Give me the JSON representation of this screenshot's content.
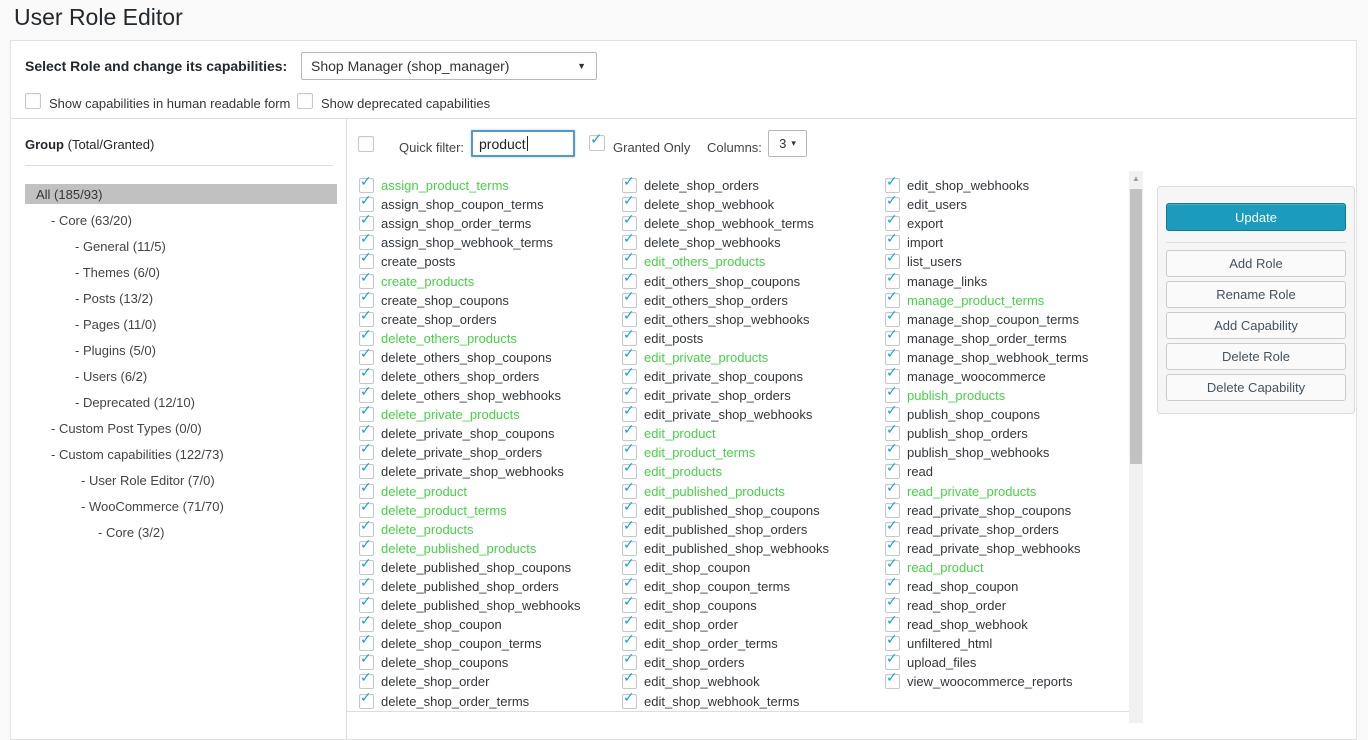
{
  "page": {
    "title": "User Role Editor"
  },
  "icons": {
    "dropdown_arrow": "▼",
    "small_dropdown_arrow": "▾",
    "checkmark": "✓",
    "scroll_up_arrow": "▲"
  },
  "colors": {
    "accent_button": "#1b9cbe",
    "highlight_green": "#44d344",
    "check_blue": "#1aa0d2",
    "selected_group_bg": "#c1c1c1"
  },
  "role_selector": {
    "label": "Select Role and change its capabilities:",
    "selected_role": "Shop Manager (shop_manager)"
  },
  "options": {
    "human_readable": {
      "label": "Show capabilities in human readable form",
      "checked": false
    },
    "deprecated": {
      "label": "Show deprecated capabilities",
      "checked": false
    }
  },
  "groups": {
    "header": "Group",
    "header_suffix": " (Total/Granted)",
    "items": [
      {
        "label": "All (185/93)",
        "level": 0,
        "selected": true
      },
      {
        "label": "- Core (63/20)",
        "level": 1,
        "selected": false
      },
      {
        "label": "- General (11/5)",
        "level": 2,
        "selected": false
      },
      {
        "label": "- Themes (6/0)",
        "level": 2,
        "selected": false
      },
      {
        "label": "- Posts (13/2)",
        "level": 2,
        "selected": false
      },
      {
        "label": "- Pages (11/0)",
        "level": 2,
        "selected": false
      },
      {
        "label": "- Plugins (5/0)",
        "level": 2,
        "selected": false
      },
      {
        "label": "- Users (6/2)",
        "level": 2,
        "selected": false
      },
      {
        "label": "- Deprecated (12/10)",
        "level": 2,
        "selected": false
      },
      {
        "label": "- Custom Post Types (0/0)",
        "level": 1,
        "selected": false
      },
      {
        "label": "- Custom capabilities (122/73)",
        "level": 1,
        "selected": false
      },
      {
        "label": "- User Role Editor (7/0)",
        "level": 3,
        "selected": false
      },
      {
        "label": "- WooCommerce (71/70)",
        "level": 3,
        "selected": false
      },
      {
        "label": "- Core (3/2)",
        "level": 4,
        "selected": false
      }
    ]
  },
  "filter_bar": {
    "select_all_checked": false,
    "quick_filter_label": "Quick filter:",
    "quick_filter_value": "product",
    "granted_only_label": "Granted Only",
    "granted_only_checked": true,
    "columns_label": "Columns:",
    "columns_value": "3"
  },
  "capabilities": {
    "columns": [
      {
        "items": [
          {
            "name": "assign_product_terms",
            "checked": true,
            "highlighted": true
          },
          {
            "name": "assign_shop_coupon_terms",
            "checked": true,
            "highlighted": false
          },
          {
            "name": "assign_shop_order_terms",
            "checked": true,
            "highlighted": false
          },
          {
            "name": "assign_shop_webhook_terms",
            "checked": true,
            "highlighted": false
          },
          {
            "name": "create_posts",
            "checked": true,
            "highlighted": false
          },
          {
            "name": "create_products",
            "checked": true,
            "highlighted": true
          },
          {
            "name": "create_shop_coupons",
            "checked": true,
            "highlighted": false
          },
          {
            "name": "create_shop_orders",
            "checked": true,
            "highlighted": false
          },
          {
            "name": "delete_others_products",
            "checked": true,
            "highlighted": true
          },
          {
            "name": "delete_others_shop_coupons",
            "checked": true,
            "highlighted": false
          },
          {
            "name": "delete_others_shop_orders",
            "checked": true,
            "highlighted": false
          },
          {
            "name": "delete_others_shop_webhooks",
            "checked": true,
            "highlighted": false
          },
          {
            "name": "delete_private_products",
            "checked": true,
            "highlighted": true
          },
          {
            "name": "delete_private_shop_coupons",
            "checked": true,
            "highlighted": false
          },
          {
            "name": "delete_private_shop_orders",
            "checked": true,
            "highlighted": false
          },
          {
            "name": "delete_private_shop_webhooks",
            "checked": true,
            "highlighted": false
          },
          {
            "name": "delete_product",
            "checked": true,
            "highlighted": true
          },
          {
            "name": "delete_product_terms",
            "checked": true,
            "highlighted": true
          },
          {
            "name": "delete_products",
            "checked": true,
            "highlighted": true
          },
          {
            "name": "delete_published_products",
            "checked": true,
            "highlighted": true
          },
          {
            "name": "delete_published_shop_coupons",
            "checked": true,
            "highlighted": false
          },
          {
            "name": "delete_published_shop_orders",
            "checked": true,
            "highlighted": false
          },
          {
            "name": "delete_published_shop_webhooks",
            "checked": true,
            "highlighted": false
          },
          {
            "name": "delete_shop_coupon",
            "checked": true,
            "highlighted": false
          },
          {
            "name": "delete_shop_coupon_terms",
            "checked": true,
            "highlighted": false
          },
          {
            "name": "delete_shop_coupons",
            "checked": true,
            "highlighted": false
          },
          {
            "name": "delete_shop_order",
            "checked": true,
            "highlighted": false
          },
          {
            "name": "delete_shop_order_terms",
            "checked": true,
            "highlighted": false
          }
        ]
      },
      {
        "items": [
          {
            "name": "delete_shop_orders",
            "checked": true,
            "highlighted": false
          },
          {
            "name": "delete_shop_webhook",
            "checked": true,
            "highlighted": false
          },
          {
            "name": "delete_shop_webhook_terms",
            "checked": true,
            "highlighted": false
          },
          {
            "name": "delete_shop_webhooks",
            "checked": true,
            "highlighted": false
          },
          {
            "name": "edit_others_products",
            "checked": true,
            "highlighted": true
          },
          {
            "name": "edit_others_shop_coupons",
            "checked": true,
            "highlighted": false
          },
          {
            "name": "edit_others_shop_orders",
            "checked": true,
            "highlighted": false
          },
          {
            "name": "edit_others_shop_webhooks",
            "checked": true,
            "highlighted": false
          },
          {
            "name": "edit_posts",
            "checked": true,
            "highlighted": false
          },
          {
            "name": "edit_private_products",
            "checked": true,
            "highlighted": true
          },
          {
            "name": "edit_private_shop_coupons",
            "checked": true,
            "highlighted": false
          },
          {
            "name": "edit_private_shop_orders",
            "checked": true,
            "highlighted": false
          },
          {
            "name": "edit_private_shop_webhooks",
            "checked": true,
            "highlighted": false
          },
          {
            "name": "edit_product",
            "checked": true,
            "highlighted": true
          },
          {
            "name": "edit_product_terms",
            "checked": true,
            "highlighted": true
          },
          {
            "name": "edit_products",
            "checked": true,
            "highlighted": true
          },
          {
            "name": "edit_published_products",
            "checked": true,
            "highlighted": true
          },
          {
            "name": "edit_published_shop_coupons",
            "checked": true,
            "highlighted": false
          },
          {
            "name": "edit_published_shop_orders",
            "checked": true,
            "highlighted": false
          },
          {
            "name": "edit_published_shop_webhooks",
            "checked": true,
            "highlighted": false
          },
          {
            "name": "edit_shop_coupon",
            "checked": true,
            "highlighted": false
          },
          {
            "name": "edit_shop_coupon_terms",
            "checked": true,
            "highlighted": false
          },
          {
            "name": "edit_shop_coupons",
            "checked": true,
            "highlighted": false
          },
          {
            "name": "edit_shop_order",
            "checked": true,
            "highlighted": false
          },
          {
            "name": "edit_shop_order_terms",
            "checked": true,
            "highlighted": false
          },
          {
            "name": "edit_shop_orders",
            "checked": true,
            "highlighted": false
          },
          {
            "name": "edit_shop_webhook",
            "checked": true,
            "highlighted": false
          },
          {
            "name": "edit_shop_webhook_terms",
            "checked": true,
            "highlighted": false
          }
        ]
      },
      {
        "items": [
          {
            "name": "edit_shop_webhooks",
            "checked": true,
            "highlighted": false
          },
          {
            "name": "edit_users",
            "checked": true,
            "highlighted": false
          },
          {
            "name": "export",
            "checked": true,
            "highlighted": false
          },
          {
            "name": "import",
            "checked": true,
            "highlighted": false
          },
          {
            "name": "list_users",
            "checked": true,
            "highlighted": false
          },
          {
            "name": "manage_links",
            "checked": true,
            "highlighted": false
          },
          {
            "name": "manage_product_terms",
            "checked": true,
            "highlighted": true
          },
          {
            "name": "manage_shop_coupon_terms",
            "checked": true,
            "highlighted": false
          },
          {
            "name": "manage_shop_order_terms",
            "checked": true,
            "highlighted": false
          },
          {
            "name": "manage_shop_webhook_terms",
            "checked": true,
            "highlighted": false
          },
          {
            "name": "manage_woocommerce",
            "checked": true,
            "highlighted": false
          },
          {
            "name": "publish_products",
            "checked": true,
            "highlighted": true
          },
          {
            "name": "publish_shop_coupons",
            "checked": true,
            "highlighted": false
          },
          {
            "name": "publish_shop_orders",
            "checked": true,
            "highlighted": false
          },
          {
            "name": "publish_shop_webhooks",
            "checked": true,
            "highlighted": false
          },
          {
            "name": "read",
            "checked": true,
            "highlighted": false
          },
          {
            "name": "read_private_products",
            "checked": true,
            "highlighted": true
          },
          {
            "name": "read_private_shop_coupons",
            "checked": true,
            "highlighted": false
          },
          {
            "name": "read_private_shop_orders",
            "checked": true,
            "highlighted": false
          },
          {
            "name": "read_private_shop_webhooks",
            "checked": true,
            "highlighted": false
          },
          {
            "name": "read_product",
            "checked": true,
            "highlighted": true
          },
          {
            "name": "read_shop_coupon",
            "checked": true,
            "highlighted": false
          },
          {
            "name": "read_shop_order",
            "checked": true,
            "highlighted": false
          },
          {
            "name": "read_shop_webhook",
            "checked": true,
            "highlighted": false
          },
          {
            "name": "unfiltered_html",
            "checked": true,
            "highlighted": false
          },
          {
            "name": "upload_files",
            "checked": true,
            "highlighted": false
          },
          {
            "name": "view_woocommerce_reports",
            "checked": true,
            "highlighted": false
          }
        ]
      }
    ]
  },
  "actions": {
    "update_label": "Update",
    "buttons": [
      "Add Role",
      "Rename Role",
      "Add Capability",
      "Delete Role",
      "Delete Capability"
    ]
  }
}
